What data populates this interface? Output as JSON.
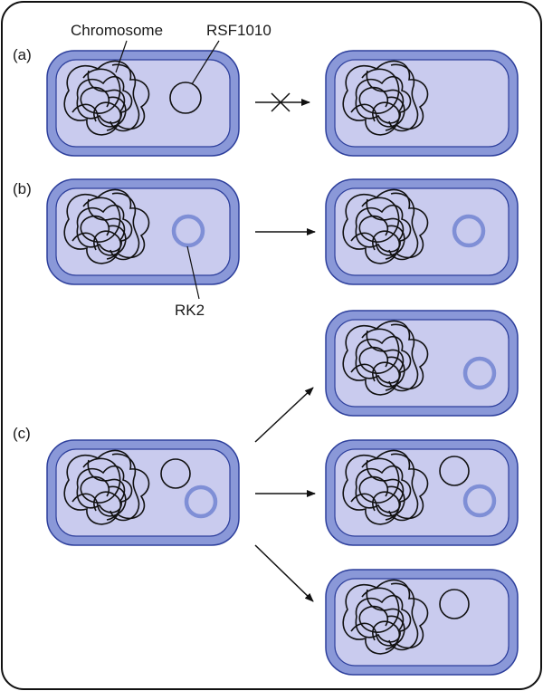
{
  "labels": {
    "panel_a": "(a)",
    "panel_b": "(b)",
    "panel_c": "(c)",
    "chromosome": "Chromosome",
    "rsf1010": "RSF1010",
    "rk2": "RK2"
  },
  "colors": {
    "cell_wall": "#8a98d8",
    "cell_wall_edge": "#2d3f9c",
    "cytoplasm": "#c9cbee",
    "ink": "#111111",
    "rk2_plasmid": "#7f8fd6"
  },
  "diagram": {
    "panel_a": {
      "source_plasmids": [
        "RSF1010"
      ],
      "daughter_plasmids": [],
      "transfer_blocked": true
    },
    "panel_b": {
      "source_plasmids": [
        "RK2"
      ],
      "daughter_plasmids": [
        "RK2"
      ],
      "transfer_blocked": false
    },
    "panel_c": {
      "source_plasmids": [
        "RSF1010",
        "RK2"
      ],
      "daughters": [
        [
          "RK2"
        ],
        [
          "RSF1010",
          "RK2"
        ],
        [
          "RSF1010"
        ]
      ],
      "transfer_blocked": false
    }
  }
}
